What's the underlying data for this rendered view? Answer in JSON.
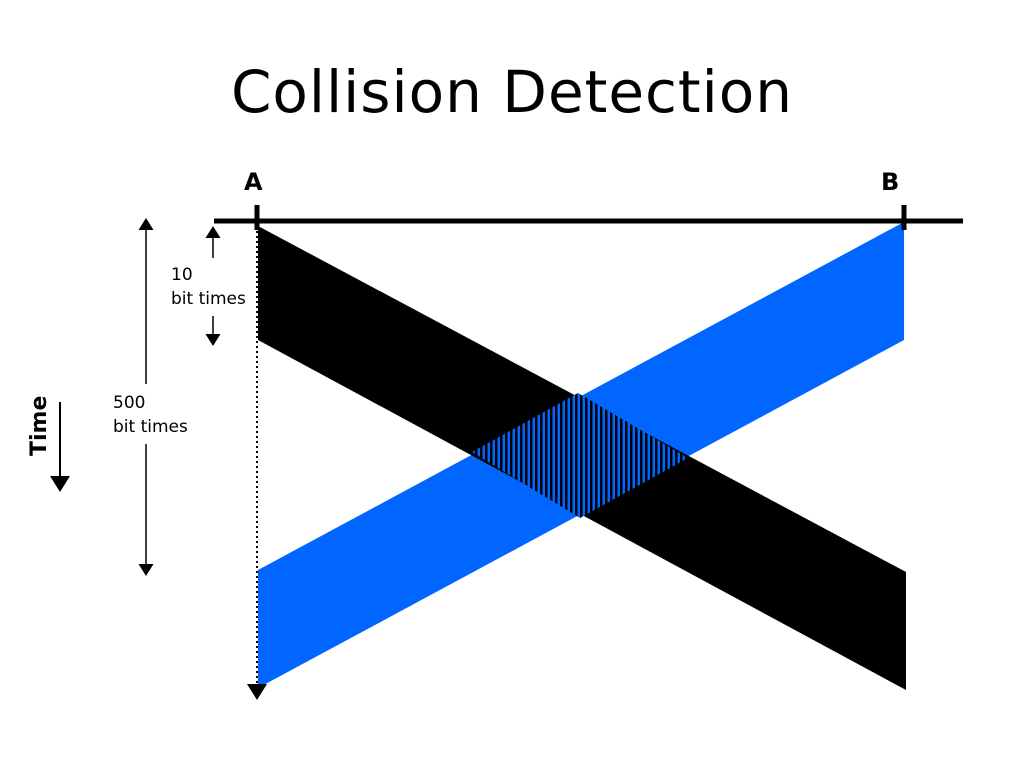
{
  "slide": {
    "title": "Collision Detection"
  },
  "stations": {
    "a_label": "A",
    "b_label": "B"
  },
  "annotations": {
    "short_interval_value": "10",
    "short_interval_unit": "bit times",
    "long_interval_value": "500",
    "long_interval_unit": "bit times",
    "time_axis_label": "Time"
  },
  "colors": {
    "signal_from_a": "#000000",
    "signal_from_b": "#0066ff",
    "line": "#000000"
  }
}
